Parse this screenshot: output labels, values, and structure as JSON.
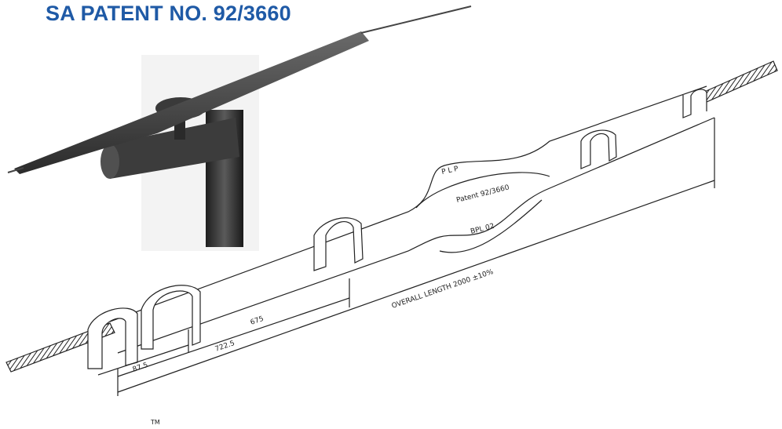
{
  "header": {
    "title": "SA PATENT NO. 92/3660"
  },
  "drawing": {
    "label_plp": "P L P",
    "label_patent": "Patent 92/3660",
    "label_code": "BPL 02",
    "label_overall": "OVERALL LENGTH  2000 ±10%",
    "dim_675": "675",
    "dim_7225": "722.5",
    "dim_875": "87.5",
    "label_tm": "TM"
  },
  "colors": {
    "title": "#1f5aa6",
    "ink": "#222222",
    "photo_dark": "#2a2a2a"
  },
  "icons": [
    "fence-pole-photo",
    "line-spacer-drawing"
  ]
}
